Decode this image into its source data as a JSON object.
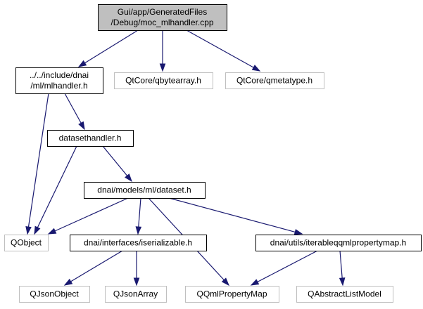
{
  "graph": {
    "colors": {
      "edge": "#191970",
      "root_fill": "#bfbfbf",
      "internal_border": "#000000",
      "external_border": "#bfbfbf",
      "text": "#000000"
    },
    "nodes": [
      {
        "id": "moc",
        "kind": "root",
        "lines": [
          "Gui/app/GeneratedFiles",
          "/Debug/moc_mlhandler.cpp"
        ]
      },
      {
        "id": "mlhandler",
        "kind": "internal",
        "lines": [
          "../../include/dnai",
          "/ml/mlhandler.h"
        ]
      },
      {
        "id": "qbytearray",
        "kind": "external",
        "lines": [
          "QtCore/qbytearray.h"
        ]
      },
      {
        "id": "qmetatype",
        "kind": "external",
        "lines": [
          "QtCore/qmetatype.h"
        ]
      },
      {
        "id": "datasethandler",
        "kind": "internal",
        "lines": [
          "datasethandler.h"
        ]
      },
      {
        "id": "dataset",
        "kind": "internal",
        "lines": [
          "dnai/models/ml/dataset.h"
        ]
      },
      {
        "id": "qobject",
        "kind": "external",
        "lines": [
          "QObject"
        ]
      },
      {
        "id": "iserializable",
        "kind": "internal",
        "lines": [
          "dnai/interfaces/iserializable.h"
        ]
      },
      {
        "id": "iterablemap",
        "kind": "internal",
        "lines": [
          "dnai/utils/iterableqqmlpropertymap.h"
        ]
      },
      {
        "id": "qjsonobject",
        "kind": "external",
        "lines": [
          "QJsonObject"
        ]
      },
      {
        "id": "qjsonarray",
        "kind": "external",
        "lines": [
          "QJsonArray"
        ]
      },
      {
        "id": "qqmlpropertymap",
        "kind": "external",
        "lines": [
          "QQmlPropertyMap"
        ]
      },
      {
        "id": "qabstractlistmodel",
        "kind": "external",
        "lines": [
          "QAbstractListModel"
        ]
      }
    ],
    "edges": [
      {
        "from": "moc",
        "to": "mlhandler"
      },
      {
        "from": "moc",
        "to": "qbytearray"
      },
      {
        "from": "moc",
        "to": "qmetatype"
      },
      {
        "from": "mlhandler",
        "to": "qobject"
      },
      {
        "from": "mlhandler",
        "to": "datasethandler"
      },
      {
        "from": "datasethandler",
        "to": "qobject"
      },
      {
        "from": "datasethandler",
        "to": "dataset"
      },
      {
        "from": "dataset",
        "to": "qobject"
      },
      {
        "from": "dataset",
        "to": "iserializable"
      },
      {
        "from": "dataset",
        "to": "qqmlpropertymap"
      },
      {
        "from": "dataset",
        "to": "iterablemap"
      },
      {
        "from": "iserializable",
        "to": "qjsonobject"
      },
      {
        "from": "iserializable",
        "to": "qjsonarray"
      },
      {
        "from": "iterablemap",
        "to": "qqmlpropertymap"
      },
      {
        "from": "iterablemap",
        "to": "qabstractlistmodel"
      }
    ]
  }
}
